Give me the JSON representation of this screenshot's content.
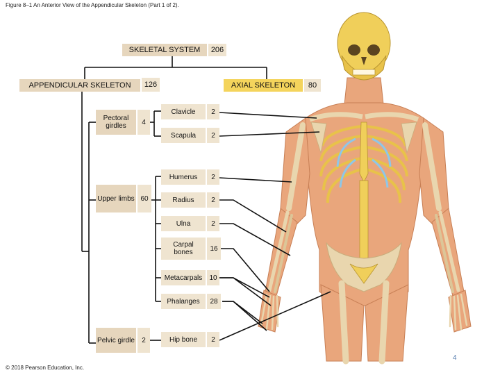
{
  "caption": "Figure 8–1 An Anterior View of the Appendicular Skeleton (Part 1 of 2).",
  "copyright": "© 2018 Pearson Education, Inc.",
  "page_number": "4",
  "skeletal_system": {
    "label": "SKELETAL SYSTEM",
    "count": "206"
  },
  "appendicular": {
    "label": "APPENDICULAR SKELETON",
    "count": "126"
  },
  "axial": {
    "label": "AXIAL SKELETON",
    "count": "80"
  },
  "groups": [
    {
      "label": "Pectoral girdles",
      "count": "4",
      "bones": [
        {
          "label": "Clavicle",
          "count": "2"
        },
        {
          "label": "Scapula",
          "count": "2"
        }
      ]
    },
    {
      "label": "Upper limbs",
      "count": "60",
      "bones": [
        {
          "label": "Humerus",
          "count": "2"
        },
        {
          "label": "Radius",
          "count": "2"
        },
        {
          "label": "Ulna",
          "count": "2"
        },
        {
          "label": "Carpal bones",
          "count": "16"
        },
        {
          "label": "Metacarpals",
          "count": "10"
        },
        {
          "label": "Phalanges",
          "count": "28"
        }
      ]
    },
    {
      "label": "Pelvic girdle",
      "count": "2",
      "bones": [
        {
          "label": "Hip bone",
          "count": "2"
        }
      ]
    }
  ],
  "colors": {
    "tan": "#e6d6bd",
    "axial_yellow": "#f4d45c",
    "skin": "#e9a67c",
    "bone": "#e9d6ae"
  }
}
